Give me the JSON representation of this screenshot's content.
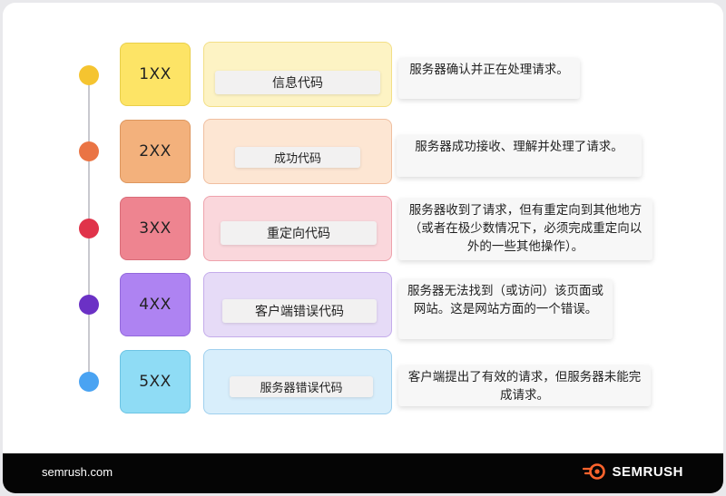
{
  "rows": [
    {
      "code": "1XX",
      "name": "信息代码",
      "description": "服务器确认并正在处理请求。",
      "dot_color": "#f5c430",
      "box_color": "#fde466",
      "box_border": "#e9cf4a",
      "panel_bg": "#fdf3c4",
      "panel_border": "#f3df86"
    },
    {
      "code": "2XX",
      "name": "成功代码",
      "description": "服务器成功接收、理解并处理了请求。",
      "dot_color": "#ea7444",
      "box_color": "#f3b17c",
      "box_border": "#dd965e",
      "panel_bg": "#fde6d3",
      "panel_border": "#f0bfa0"
    },
    {
      "code": "3XX",
      "name": "重定向代码",
      "description": "服务器收到了请求，但有重定向到其他地方（或者在极少数情况下，必须完成重定向以外的一些其他操作）。",
      "dot_color": "#e0334a",
      "box_color": "#ee8490",
      "box_border": "#d96c79",
      "panel_bg": "#fad7dc",
      "panel_border": "#eea2ac"
    },
    {
      "code": "4XX",
      "name": "客户端错误代码",
      "description": "服务器无法找到（或访问）该页面或网站。这是网站方面的一个错误。",
      "dot_color": "#6b31c5",
      "box_color": "#ae83f2",
      "box_border": "#9369dc",
      "panel_bg": "#e6dbf7",
      "panel_border": "#c4aceb"
    },
    {
      "code": "5XX",
      "name": "服务器错误代码",
      "description": "客户端提出了有效的请求，但服务器未能完成请求。",
      "dot_color": "#4aa3f2",
      "box_color": "#8fdcf5",
      "box_border": "#6cc4e4",
      "panel_bg": "#d8eefb",
      "panel_border": "#9fd0ee"
    }
  ],
  "footer": {
    "url": "semrush.com",
    "brand": "SEMRUSH",
    "brand_color": "#ff642d"
  }
}
